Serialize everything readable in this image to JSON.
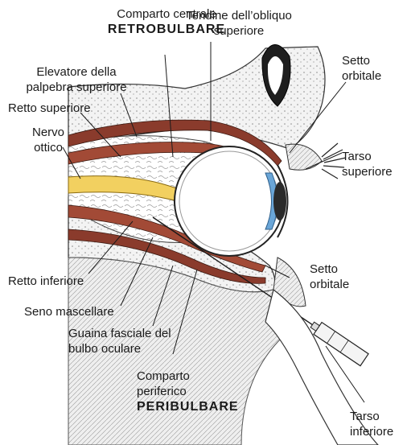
{
  "labels": {
    "comparto_centrale": "Comparto centrale",
    "retrobulbare": "RETROBULBARE",
    "elevatore_1": "Elevatore della",
    "elevatore_2": "palpebra superiore",
    "retto_superiore": "Retto superiore",
    "nervo": "Nervo",
    "ottico": "ottico",
    "tendine_1": "Tendine dell’obliquo",
    "tendine_2": "superiore",
    "setto_top_1": "Setto",
    "setto_top_2": "orbitale",
    "tarso_sup_1": "Tarso",
    "tarso_sup_2": "superiore",
    "retto_inferiore": "Retto inferiore",
    "seno": "Seno mascellare",
    "guaina_1": "Guaina fasciale del",
    "guaina_2": "bulbo oculare",
    "comparto_periferico_1": "Comparto",
    "comparto_periferico_2": "periferico",
    "peribulbare": "PERIBULBARE",
    "setto_bot_1": "Setto",
    "setto_bot_2": "orbitale",
    "tarso_inf_1": "Tarso",
    "tarso_inf_2": "inferiore"
  },
  "colors": {
    "nerve": "#f2d060",
    "muscle": "#8a3b2c",
    "iris": "#6aa6d8",
    "line": "#1a1a1a"
  }
}
